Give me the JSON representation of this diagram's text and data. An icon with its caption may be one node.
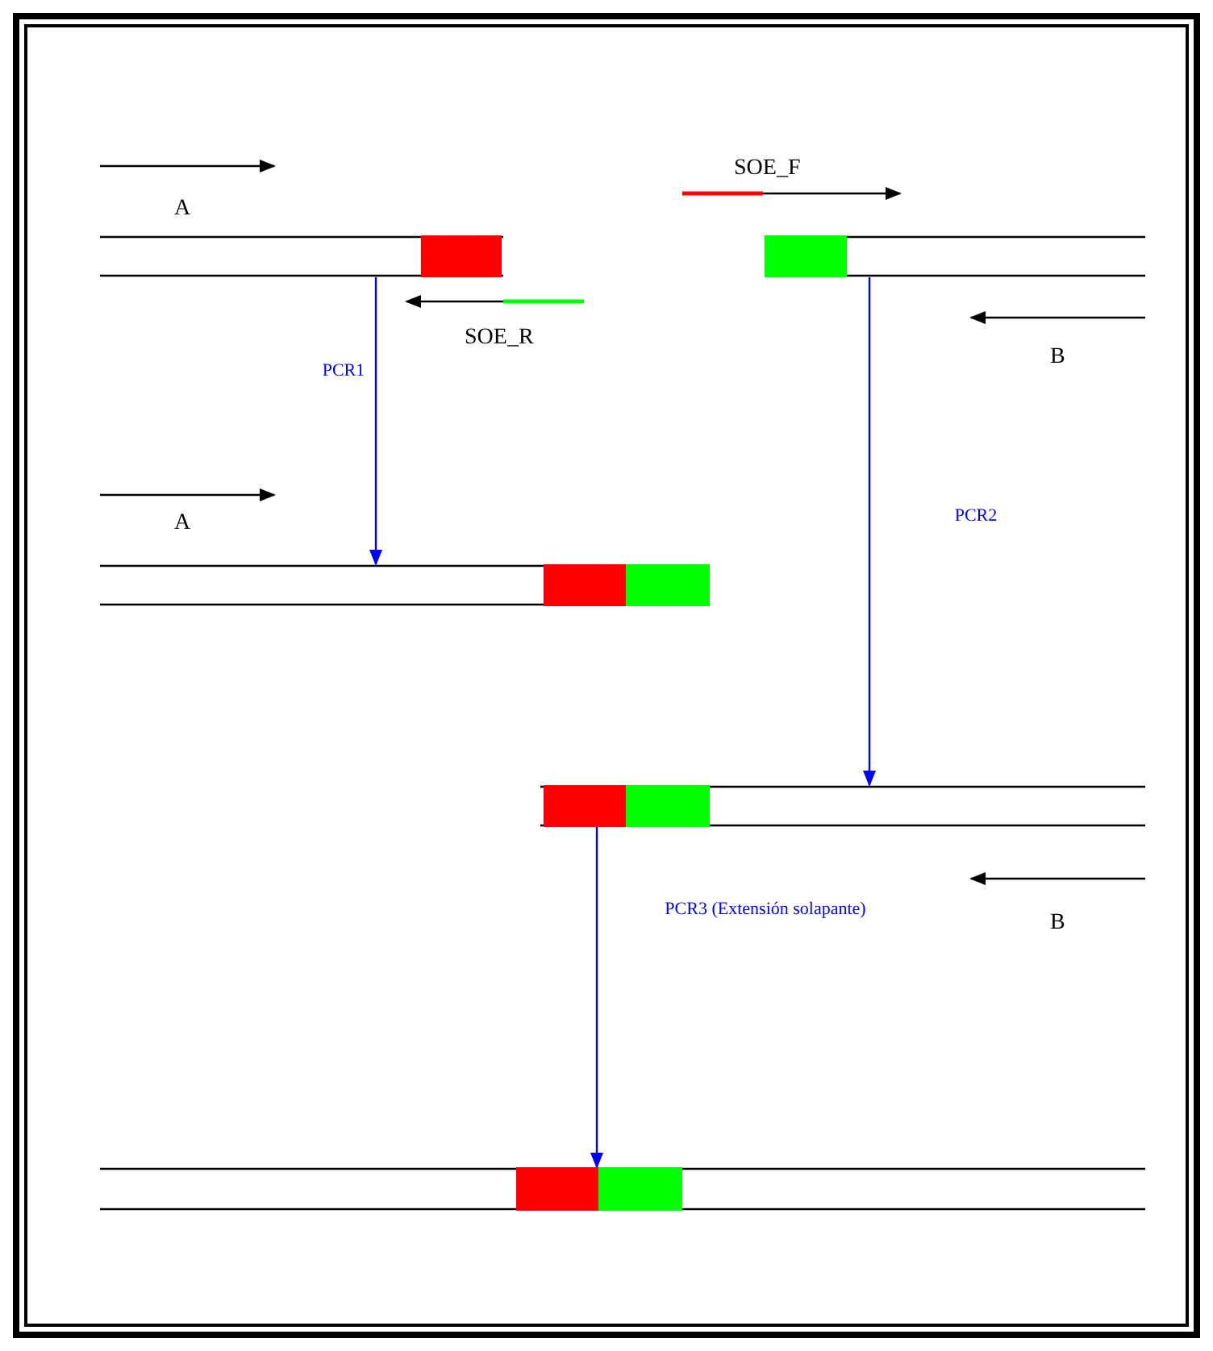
{
  "diagram": {
    "nodes": [
      {
        "text": [],
        "shape": "bar"
      },
      {
        "text": [],
        "shape": "bar"
      },
      {
        "text": [],
        "shape": "bar"
      },
      {
        "text": [],
        "shape": "bar"
      },
      {
        "text": [],
        "shape": "bar"
      }
    ],
    "edges": [
      {
        "from": 0,
        "to": 2,
        "arrow": "to",
        "label": "PCR1"
      },
      {
        "from": 1,
        "to": 3,
        "arrow": "to",
        "label": "PCR2"
      },
      {
        "from": 3,
        "to": 4,
        "arrow": "to",
        "label": "PCR3 (Extensión solapante)"
      }
    ],
    "labels": [
      "SOE_F",
      "A",
      "SOE_R",
      "B",
      "A",
      "B"
    ]
  }
}
